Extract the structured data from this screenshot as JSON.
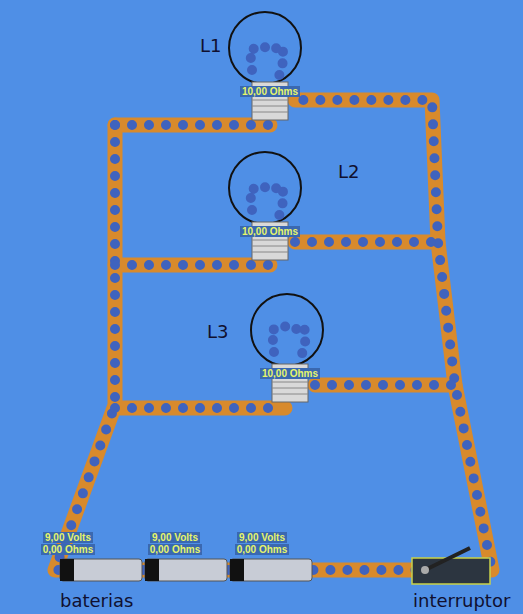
{
  "diagram": {
    "labels": [
      "L1",
      "10,00 Ohms",
      "L2",
      "10,00 Ohms",
      "L3",
      "10,00 Ohms",
      "9,00 Volts",
      "0,00 Ohms",
      "9,00 Volts",
      "0,00 Ohms",
      "9,00 Volts",
      "0,00 Ohms",
      "baterias",
      "interruptor"
    ]
  }
}
